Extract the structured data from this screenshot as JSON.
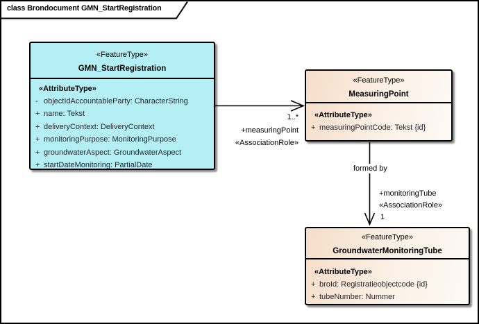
{
  "frame": {
    "title": "class Brondocument GMN_StartRegistration"
  },
  "colors": {
    "class_fill_cyan": "#B4EFF6",
    "class_fill_orange_start": "#F5DDC8",
    "class_fill_orange_end": "#FDF9F4",
    "border": "#000000",
    "background": "#FFFFFF"
  },
  "classes": [
    {
      "stereotype": "«FeatureType»",
      "name": "GMN_StartRegistration",
      "compartment_label": "«AttributeType»",
      "attributes": [
        {
          "vis": "-",
          "text": "objectIdAccountableParty: CharacterString"
        },
        {
          "vis": "+",
          "text": "name: Tekst"
        },
        {
          "vis": "+",
          "text": "deliveryContext: DeliveryContext"
        },
        {
          "vis": "+",
          "text": "monitoringPurpose: MonitoringPurpose"
        },
        {
          "vis": "+",
          "text": "groundwaterAspect: GroundwaterAspect"
        },
        {
          "vis": "+",
          "text": "startDateMonitoring: PartialDate"
        }
      ]
    },
    {
      "stereotype": "«FeatureType»",
      "name": "MeasuringPoint",
      "compartment_label": "«AttributeType»",
      "attributes": [
        {
          "vis": "+",
          "text": "measuringPointCode: Tekst {id}"
        }
      ]
    },
    {
      "stereotype": "«FeatureType»",
      "name": "GroundwaterMonitoringTube",
      "compartment_label": "«AttributeType»",
      "attributes": [
        {
          "vis": "+",
          "text": "broId: Registratieobjectcode {id}"
        },
        {
          "vis": "+",
          "text": "tubeNumber: Nummer"
        }
      ]
    }
  ],
  "associations": [
    {
      "from": "GMN_StartRegistration",
      "to": "MeasuringPoint",
      "multiplicity": "1..*",
      "role": "+measuringPoint",
      "stereotype": "«AssociationRole»"
    },
    {
      "from": "MeasuringPoint",
      "to": "GroundwaterMonitoringTube",
      "name": "formed by",
      "multiplicity": "1",
      "role": "+monitoringTube",
      "stereotype": "«AssociationRole»"
    }
  ]
}
